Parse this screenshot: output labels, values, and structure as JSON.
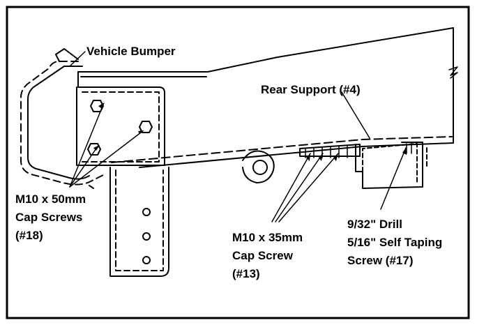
{
  "labels": {
    "vehicle_bumper": "Vehicle Bumper",
    "rear_support": "Rear Support (#4)",
    "cap_screws_50": [
      "M10 x 50mm",
      "Cap Screws",
      "(#18)"
    ],
    "cap_screw_35": [
      "M10 x 35mm",
      "Cap Screw",
      "(#13)"
    ],
    "drill": [
      "9/32\" Drill",
      "5/16\" Self Taping",
      "Screw (#17)"
    ]
  },
  "colors": {
    "line": "#000000",
    "background": "#ffffff"
  }
}
